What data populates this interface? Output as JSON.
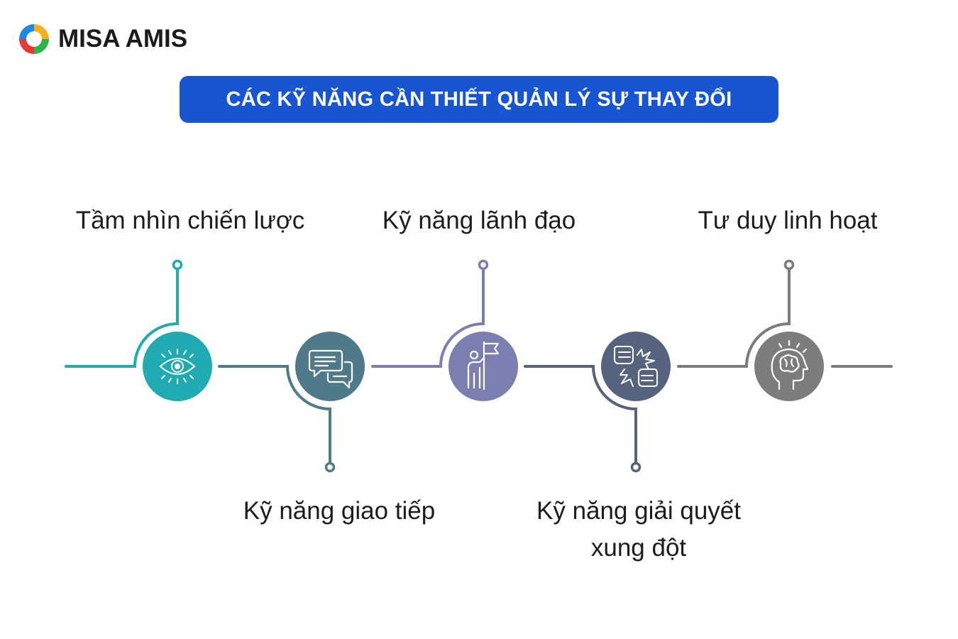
{
  "brand": {
    "name": "MISA AMIS"
  },
  "title": "CÁC KỸ NĂNG CẦN THIẾT QUẢN LÝ SỰ THAY ĐỔI",
  "colors": {
    "banner": "#1755d2",
    "step1": "#1fabb1",
    "step2": "#4e7a89",
    "step3": "#7b7faf",
    "step4": "#56637e",
    "step5": "#7c7c7c"
  },
  "steps": [
    {
      "label": "Tầm nhìn chiến lược",
      "icon": "eye-icon",
      "position": "top"
    },
    {
      "label": "Kỹ năng giao tiếp",
      "icon": "chat-bubbles-icon",
      "position": "bottom"
    },
    {
      "label": "Kỹ năng lãnh đạo",
      "icon": "leader-flag-icon",
      "position": "top"
    },
    {
      "label_lines": [
        "Kỹ năng giải quyết",
        "xung đột"
      ],
      "icon": "conflict-fists-icon",
      "position": "bottom"
    },
    {
      "label": "Tư duy linh hoạt",
      "icon": "brain-head-icon",
      "position": "top"
    }
  ]
}
